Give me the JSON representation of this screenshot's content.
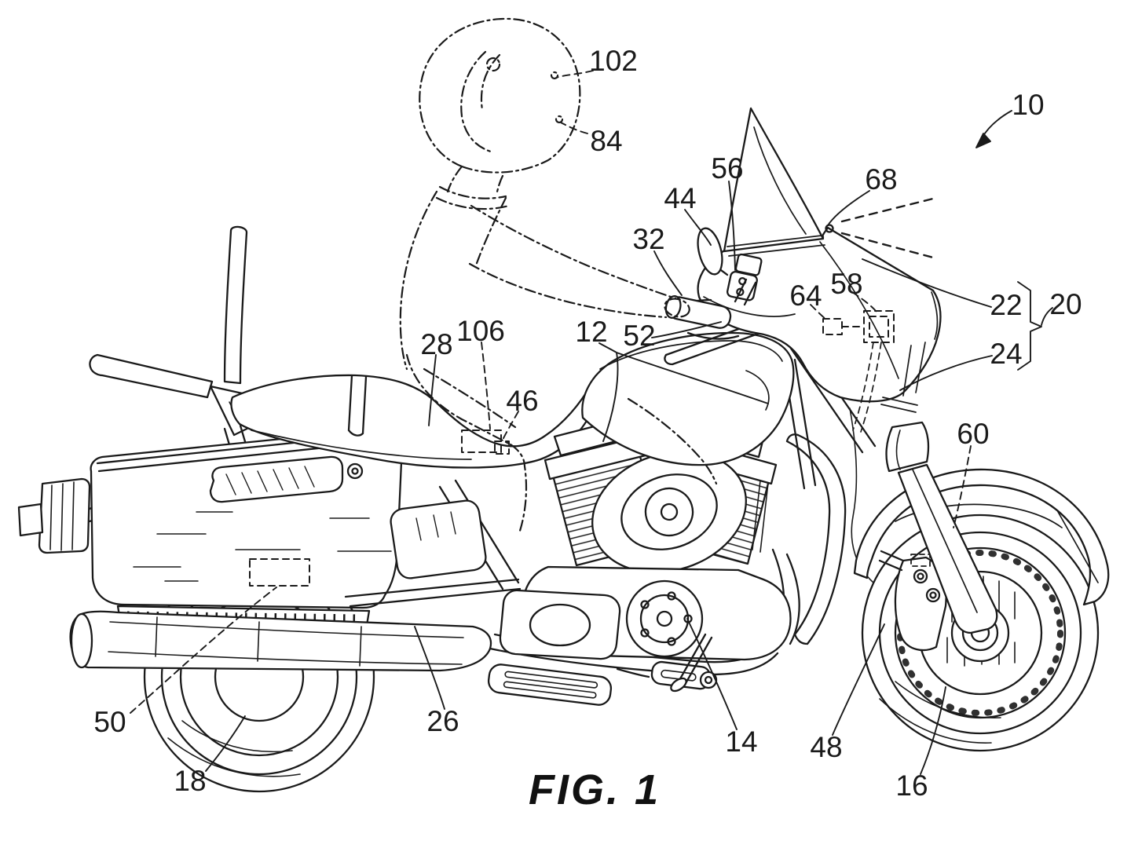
{
  "figure": {
    "caption": "FIG. 1",
    "subject": "patent-line-drawing-of-touring-motorcycle-with-phantom-rider-and-helmet"
  },
  "colors": {
    "ink": "#1a1a1a",
    "paper": "#ffffff"
  },
  "ref": {
    "r10": "10",
    "r12": "12",
    "r14": "14",
    "r16": "16",
    "r18": "18",
    "r20": "20",
    "r22": "22",
    "r24": "24",
    "r26": "26",
    "r28": "28",
    "r32": "32",
    "r44": "44",
    "r46": "46",
    "r48": "48",
    "r50": "50",
    "r52": "52",
    "r56": "56",
    "r58": "58",
    "r60": "60",
    "r64": "64",
    "r68": "68",
    "r84": "84",
    "r102": "102",
    "r106": "106"
  }
}
